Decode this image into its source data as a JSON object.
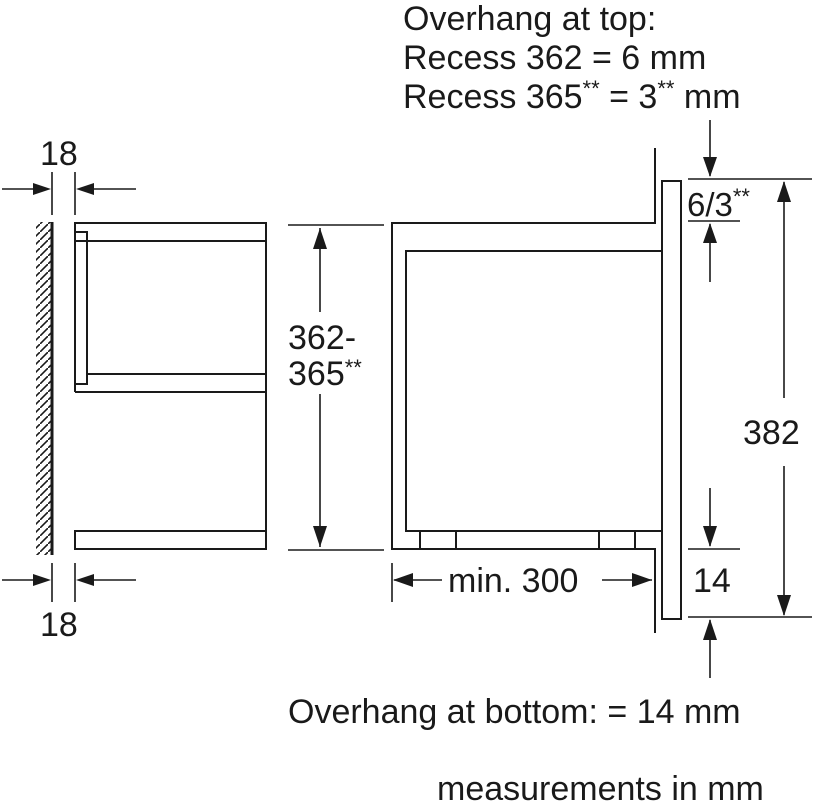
{
  "title": "Built-in microwave installation dimensions",
  "top_note": {
    "line1": "Overhang at top:",
    "line2": "Recess 362 = 6 mm",
    "line3_prefix": "Recess 365",
    "line3_mid": " = 3",
    "line3_suffix": " mm",
    "footnote_mark": "**"
  },
  "dimensions": {
    "wall_gap_top": "18",
    "wall_gap_bottom": "18",
    "recess_height_line1": "362-",
    "recess_height_line2": "365",
    "recess_height_mark": "**",
    "min_depth": "min. 300",
    "top_overhang": "6/3",
    "top_overhang_mark": "**",
    "appliance_height": "382",
    "bottom_overhang": "14"
  },
  "bottom_note": "Overhang at bottom: = 14 mm",
  "units_note": "measurements in mm"
}
